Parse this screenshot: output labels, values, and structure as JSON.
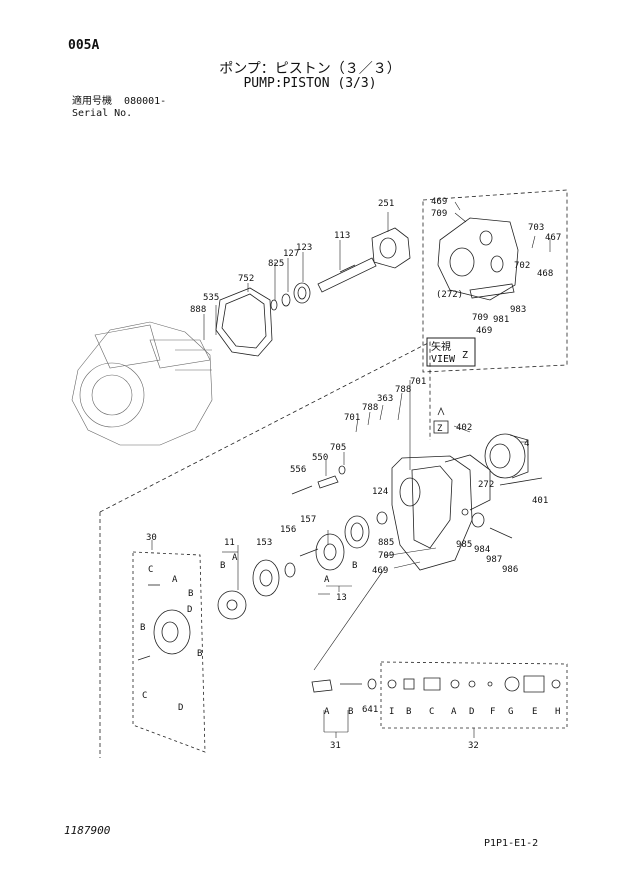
{
  "page_code": "005A",
  "title_jp": "ポンプ：ピストン（３／３）",
  "title_en": "PUMP:PISTON (3/3)",
  "serial_label_jp": "適用号機",
  "serial_value": "080001-",
  "serial_label_en": "Serial No.",
  "footer_left": "1187900",
  "footer_right": "P1P1-E1-2",
  "view_label_jp": "矢視",
  "view_label_en": "VIEW",
  "view_letter": "Z",
  "z_arrow_letter": "Z",
  "callouts": [
    {
      "id": "c251",
      "text": "251"
    },
    {
      "id": "c113",
      "text": "113"
    },
    {
      "id": "c123",
      "text": "123"
    },
    {
      "id": "c127",
      "text": "127"
    },
    {
      "id": "c825",
      "text": "825"
    },
    {
      "id": "c752",
      "text": "752"
    },
    {
      "id": "c535",
      "text": "535"
    },
    {
      "id": "c888",
      "text": "888"
    },
    {
      "id": "c469a",
      "text": "469"
    },
    {
      "id": "c709a",
      "text": "709"
    },
    {
      "id": "c703",
      "text": "703"
    },
    {
      "id": "c467",
      "text": "467"
    },
    {
      "id": "c702",
      "text": "702"
    },
    {
      "id": "c468",
      "text": "468"
    },
    {
      "id": "c272a",
      "text": "(272)"
    },
    {
      "id": "c983",
      "text": "983"
    },
    {
      "id": "c709b",
      "text": "709"
    },
    {
      "id": "c981",
      "text": "981"
    },
    {
      "id": "c469b",
      "text": "469"
    },
    {
      "id": "c701a",
      "text": "701"
    },
    {
      "id": "c788a",
      "text": "788"
    },
    {
      "id": "c363",
      "text": "363"
    },
    {
      "id": "c788b",
      "text": "788"
    },
    {
      "id": "c701b",
      "text": "701"
    },
    {
      "id": "c705",
      "text": "705"
    },
    {
      "id": "c550",
      "text": "550"
    },
    {
      "id": "c556",
      "text": "556"
    },
    {
      "id": "c402",
      "text": "402"
    },
    {
      "id": "c4",
      "text": "4"
    },
    {
      "id": "c124",
      "text": "124"
    },
    {
      "id": "c272b",
      "text": "272"
    },
    {
      "id": "c401",
      "text": "401"
    },
    {
      "id": "c157",
      "text": "157"
    },
    {
      "id": "c156",
      "text": "156"
    },
    {
      "id": "c153",
      "text": "153"
    },
    {
      "id": "c11",
      "text": "11"
    },
    {
      "id": "c885",
      "text": "885"
    },
    {
      "id": "c985",
      "text": "985"
    },
    {
      "id": "c984",
      "text": "984"
    },
    {
      "id": "c987",
      "text": "987"
    },
    {
      "id": "c986",
      "text": "986"
    },
    {
      "id": "c709c",
      "text": "709"
    },
    {
      "id": "c469c",
      "text": "469"
    },
    {
      "id": "c13",
      "text": "13"
    },
    {
      "id": "c30",
      "text": "30"
    },
    {
      "id": "c641",
      "text": "641"
    },
    {
      "id": "c31",
      "text": "31"
    },
    {
      "id": "c32",
      "text": "32"
    }
  ],
  "letters": {
    "a": "A",
    "b": "B",
    "c": "C",
    "d": "D",
    "e": "E",
    "f": "F",
    "g": "G",
    "h": "H",
    "i": "I"
  }
}
